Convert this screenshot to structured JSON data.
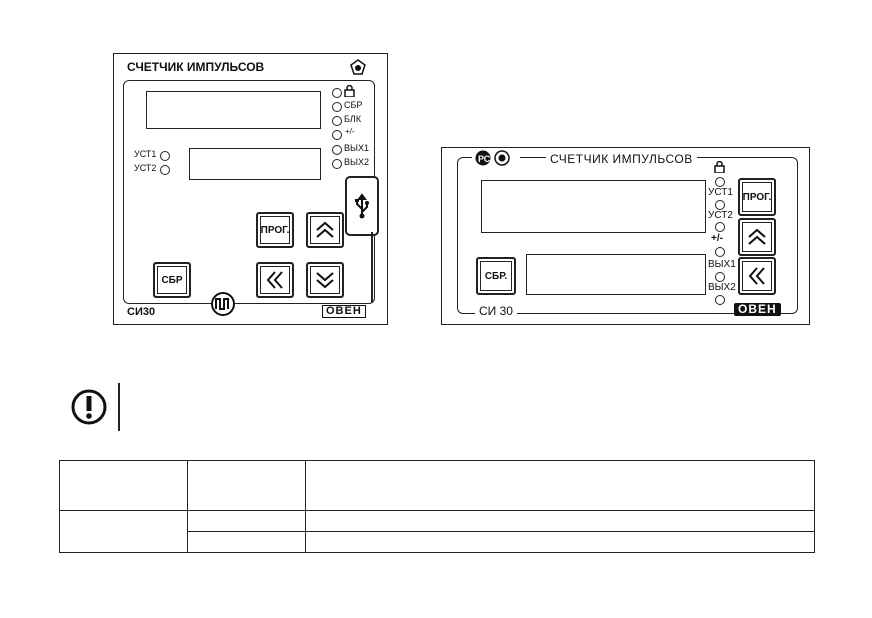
{
  "left_panel": {
    "title": "СЧЕТЧИК ИМПУЛЬСОВ",
    "model": "СИ30",
    "brand": "ОВЕН",
    "leds_right": [
      "СБР",
      "БЛК",
      "+/-",
      "ВЫХ1",
      "ВЫХ2"
    ],
    "leds_left": [
      "УСТ1",
      "УСТ2"
    ],
    "buttons": {
      "prog": "ПРОГ.",
      "reset": "СБР"
    }
  },
  "right_panel": {
    "title": "СЧЕТЧИК ИМПУЛЬСОВ",
    "model": "СИ 30",
    "brand": "ОВЕН",
    "leds": [
      "УСТ1",
      "УСТ2",
      "+/-",
      "ВЫХ1",
      "ВЫХ2"
    ],
    "buttons": {
      "prog": "ПРОГ.",
      "reset": "СБР."
    }
  },
  "icons": [
    "lock-icon",
    "usb-icon",
    "double-up-icon",
    "double-down-icon",
    "double-left-icon",
    "warning-icon",
    "certification-mark-icon"
  ]
}
